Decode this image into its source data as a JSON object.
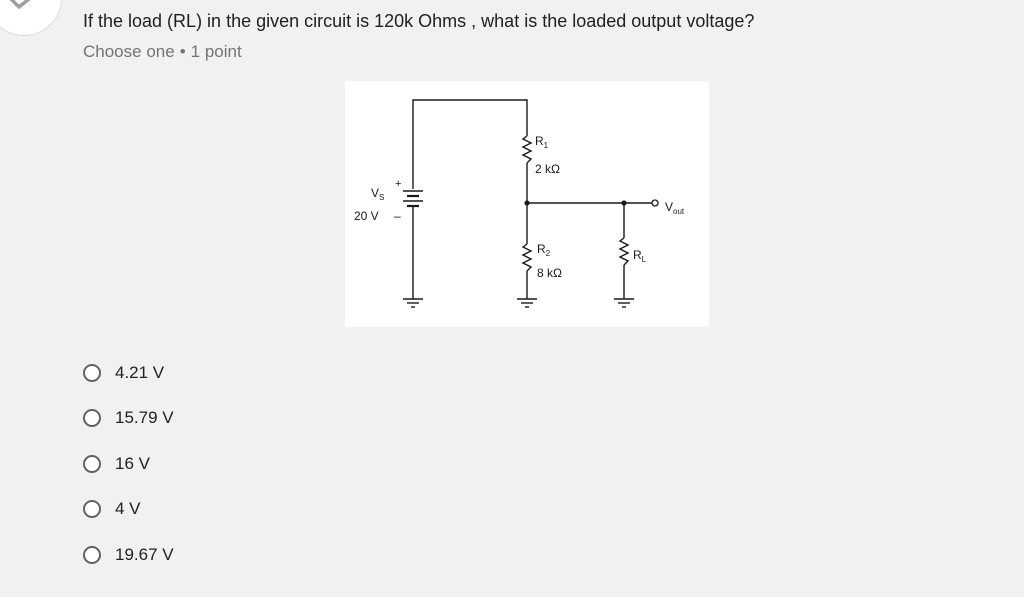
{
  "question": {
    "title": "If the load (RL) in the given circuit is 120k Ohms , what is the loaded output voltage?",
    "meta_type": "Choose one",
    "meta_separator": "•",
    "meta_points": "1 point"
  },
  "status_icon": "checkmark-icon",
  "circuit": {
    "r1_label": "R",
    "r1_sub": "1",
    "r1_value": "2 kΩ",
    "r2_label": "R",
    "r2_sub": "2",
    "r2_value": "8 kΩ",
    "rl_label": "R",
    "rl_sub": "L",
    "vs_label": "V",
    "vs_sub": "S",
    "vs_value": "20 V",
    "vs_plus": "+",
    "vs_minus": "–",
    "vout_label": "V",
    "vout_sub": "out"
  },
  "options": [
    {
      "label": "4.21 V"
    },
    {
      "label": "15.79 V"
    },
    {
      "label": "16 V"
    },
    {
      "label": "4 V"
    },
    {
      "label": "19.67 V"
    }
  ],
  "colors": {
    "background": "#f1f1f1",
    "check": "#9e9e9e"
  }
}
